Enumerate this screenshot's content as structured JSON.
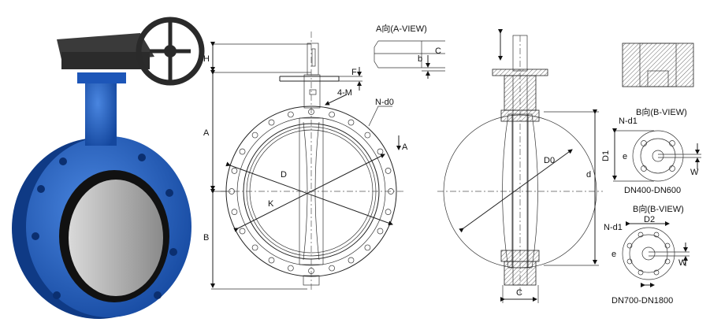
{
  "photo": {
    "colors": {
      "body": "#1f5fc4",
      "disc": "#b8b8b8",
      "gearbox": "#333333",
      "seat": "#1a1a1a"
    }
  },
  "front_view": {
    "labels": {
      "H": "H",
      "A": "A",
      "B": "B",
      "F": "F",
      "M": "4-M",
      "N_d0": "N-d0",
      "view_arrow": "A",
      "D": "D",
      "K": "K"
    }
  },
  "a_view": {
    "title": "A向(A-VIEW)",
    "b": "b",
    "C": "C"
  },
  "section_view": {
    "labels": {
      "D0": "D0",
      "d": "d",
      "C": "C"
    }
  },
  "b_view_small": {
    "title": "B向(B-VIEW)",
    "N_d1": "N-d1",
    "D1": "D1",
    "e": "e",
    "W": "W",
    "range": "DN400-DN600"
  },
  "b_view_large": {
    "title": "B向(B-VIEW)",
    "N_d1": "N-d1",
    "D2": "D2",
    "e": "e",
    "W": "W",
    "range": "DN700-DN1800"
  }
}
